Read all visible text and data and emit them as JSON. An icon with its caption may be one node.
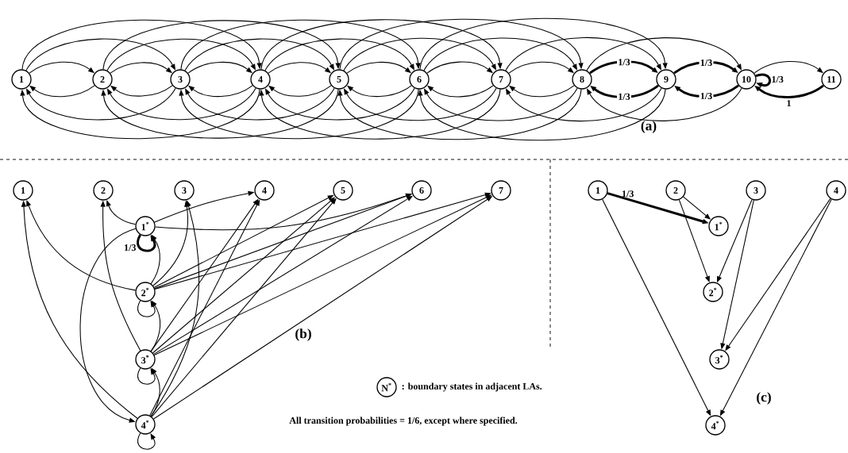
{
  "diagram": {
    "nodes": [
      {
        "text": [
          "1"
        ]
      },
      {
        "text": [
          "2"
        ]
      },
      {
        "text": [
          "3"
        ]
      },
      {
        "text": [
          "4"
        ]
      },
      {
        "text": [
          "5"
        ]
      },
      {
        "text": [
          "6"
        ]
      },
      {
        "text": [
          "7"
        ]
      },
      {
        "text": [
          "8"
        ]
      },
      {
        "text": [
          "9"
        ]
      },
      {
        "text": [
          "10"
        ]
      },
      {
        "text": [
          "11"
        ]
      },
      {
        "text": [
          "1"
        ]
      },
      {
        "text": [
          "2"
        ]
      },
      {
        "text": [
          "3"
        ]
      },
      {
        "text": [
          "4"
        ]
      },
      {
        "text": [
          "5"
        ]
      },
      {
        "text": [
          "6"
        ]
      },
      {
        "text": [
          "7"
        ]
      },
      {
        "text": [
          "1$^{*}$"
        ]
      },
      {
        "text": [
          "2$^{*}$"
        ]
      },
      {
        "text": [
          "3$^{*}$"
        ]
      },
      {
        "text": [
          "4$^{*}$"
        ]
      },
      {
        "text": [
          "1"
        ]
      },
      {
        "text": [
          "2"
        ]
      },
      {
        "text": [
          "3"
        ]
      },
      {
        "text": [
          "4"
        ]
      },
      {
        "text": [
          "1$^{*}$"
        ]
      },
      {
        "text": [
          "2$^{*}$"
        ]
      },
      {
        "text": [
          "3$^{*}$"
        ]
      },
      {
        "text": [
          "4$^{*}$"
        ]
      },
      {
        "text": [
          "N$^{*}$"
        ],
        "beside": [
          ": boundary states in adjacent LAs."
        ]
      }
    ],
    "edges": [
      {
        "from": 0,
        "to": 1,
        "arrow": "to"
      },
      {
        "from": 0,
        "to": 2,
        "arrow": "to"
      },
      {
        "from": 0,
        "to": 3,
        "arrow": "to"
      },
      {
        "from": 1,
        "to": 2,
        "arrow": "to"
      },
      {
        "from": 1,
        "to": 3,
        "arrow": "to"
      },
      {
        "from": 1,
        "to": 4,
        "arrow": "to"
      },
      {
        "from": 2,
        "to": 3,
        "arrow": "to"
      },
      {
        "from": 2,
        "to": 4,
        "arrow": "to"
      },
      {
        "from": 2,
        "to": 5,
        "arrow": "to"
      },
      {
        "from": 3,
        "to": 4,
        "arrow": "to"
      },
      {
        "from": 3,
        "to": 5,
        "arrow": "to"
      },
      {
        "from": 3,
        "to": 6,
        "arrow": "to"
      },
      {
        "from": 4,
        "to": 5,
        "arrow": "to"
      },
      {
        "from": 4,
        "to": 6,
        "arrow": "to"
      },
      {
        "from": 4,
        "to": 7,
        "arrow": "to"
      },
      {
        "from": 5,
        "to": 6,
        "arrow": "to"
      },
      {
        "from": 5,
        "to": 7,
        "arrow": "to"
      },
      {
        "from": 5,
        "to": 8,
        "arrow": "to"
      },
      {
        "from": 6,
        "to": 7,
        "arrow": "to"
      },
      {
        "from": 6,
        "to": 8,
        "arrow": "to"
      },
      {
        "from": 7,
        "to": 8,
        "arrow": "to",
        "label": "1/3",
        "style": "thick"
      },
      {
        "from": 7,
        "to": 9,
        "arrow": "to"
      },
      {
        "from": 8,
        "to": 9,
        "arrow": "to",
        "label": "1/3",
        "style": "thick"
      },
      {
        "from": 9,
        "to": 9,
        "arrow": "to",
        "label": "1/3",
        "style": "thick"
      },
      {
        "from": 9,
        "to": 10,
        "arrow": "to"
      },
      {
        "from": 1,
        "to": 0,
        "arrow": "to"
      },
      {
        "from": 2,
        "to": 1,
        "arrow": "to"
      },
      {
        "from": 2,
        "to": 0,
        "arrow": "to"
      },
      {
        "from": 3,
        "to": 2,
        "arrow": "to"
      },
      {
        "from": 3,
        "to": 1,
        "arrow": "to"
      },
      {
        "from": 3,
        "to": 0,
        "arrow": "to"
      },
      {
        "from": 4,
        "to": 3,
        "arrow": "to"
      },
      {
        "from": 4,
        "to": 2,
        "arrow": "to"
      },
      {
        "from": 4,
        "to": 1,
        "arrow": "to"
      },
      {
        "from": 5,
        "to": 4,
        "arrow": "to"
      },
      {
        "from": 5,
        "to": 3,
        "arrow": "to"
      },
      {
        "from": 5,
        "to": 2,
        "arrow": "to"
      },
      {
        "from": 6,
        "to": 5,
        "arrow": "to"
      },
      {
        "from": 6,
        "to": 4,
        "arrow": "to"
      },
      {
        "from": 6,
        "to": 3,
        "arrow": "to"
      },
      {
        "from": 7,
        "to": 6,
        "arrow": "to"
      },
      {
        "from": 7,
        "to": 5,
        "arrow": "to"
      },
      {
        "from": 7,
        "to": 4,
        "arrow": "to"
      },
      {
        "from": 8,
        "to": 7,
        "arrow": "to",
        "label": "1/3",
        "style": "thick"
      },
      {
        "from": 8,
        "to": 6,
        "arrow": "to"
      },
      {
        "from": 8,
        "to": 5,
        "arrow": "to"
      },
      {
        "from": 9,
        "to": 8,
        "arrow": "to",
        "label": "1/3",
        "style": "thick"
      },
      {
        "from": 9,
        "to": 7,
        "arrow": "to"
      },
      {
        "from": 10,
        "to": 9,
        "arrow": "to",
        "label": "1",
        "style": "thick"
      },
      {
        "from": 18,
        "to": 18,
        "arrow": "to",
        "label": "1/3",
        "style": "thick"
      },
      {
        "from": 18,
        "to": 12,
        "arrow": "to"
      },
      {
        "from": 18,
        "to": 14,
        "arrow": "to"
      },
      {
        "from": 18,
        "to": 21,
        "arrow": "to"
      },
      {
        "from": 18,
        "to": 16,
        "arrow": "to"
      },
      {
        "from": 19,
        "to": 19,
        "arrow": "to"
      },
      {
        "from": 19,
        "to": 18,
        "arrow": "to"
      },
      {
        "from": 19,
        "to": 11,
        "arrow": "to"
      },
      {
        "from": 19,
        "to": 13,
        "arrow": "to"
      },
      {
        "from": 19,
        "to": 15,
        "arrow": "to"
      },
      {
        "from": 19,
        "to": 16,
        "arrow": "to"
      },
      {
        "from": 19,
        "to": 17,
        "arrow": "to"
      },
      {
        "from": 20,
        "to": 20,
        "arrow": "to"
      },
      {
        "from": 20,
        "to": 19,
        "arrow": "to"
      },
      {
        "from": 20,
        "to": 12,
        "arrow": "to"
      },
      {
        "from": 20,
        "to": 14,
        "arrow": "to"
      },
      {
        "from": 20,
        "to": 15,
        "arrow": "to"
      },
      {
        "from": 20,
        "to": 16,
        "arrow": "to"
      },
      {
        "from": 20,
        "to": 17,
        "arrow": "to"
      },
      {
        "from": 21,
        "to": 21,
        "arrow": "to"
      },
      {
        "from": 21,
        "to": 20,
        "arrow": "to"
      },
      {
        "from": 21,
        "to": 11,
        "arrow": "to"
      },
      {
        "from": 21,
        "to": 13,
        "arrow": "to"
      },
      {
        "from": 21,
        "to": 14,
        "arrow": "to"
      },
      {
        "from": 21,
        "to": 15,
        "arrow": "to"
      },
      {
        "from": 21,
        "to": 17,
        "arrow": "to"
      },
      {
        "from": 22,
        "to": 26,
        "arrow": "to",
        "label": "1/3",
        "style": "thick"
      },
      {
        "from": 22,
        "to": 29,
        "arrow": "to"
      },
      {
        "from": 23,
        "to": 26,
        "arrow": "to"
      },
      {
        "from": 23,
        "to": 27,
        "arrow": "to"
      },
      {
        "from": 24,
        "to": 27,
        "arrow": "to"
      },
      {
        "from": 24,
        "to": 28,
        "arrow": "to"
      },
      {
        "from": 25,
        "to": 28,
        "arrow": "to"
      },
      {
        "from": 25,
        "to": 29,
        "arrow": "to"
      }
    ],
    "labels": [
      "(a)",
      "(b)",
      "(c)",
      "All transition probabilities = 1/6, except where specified."
    ]
  }
}
